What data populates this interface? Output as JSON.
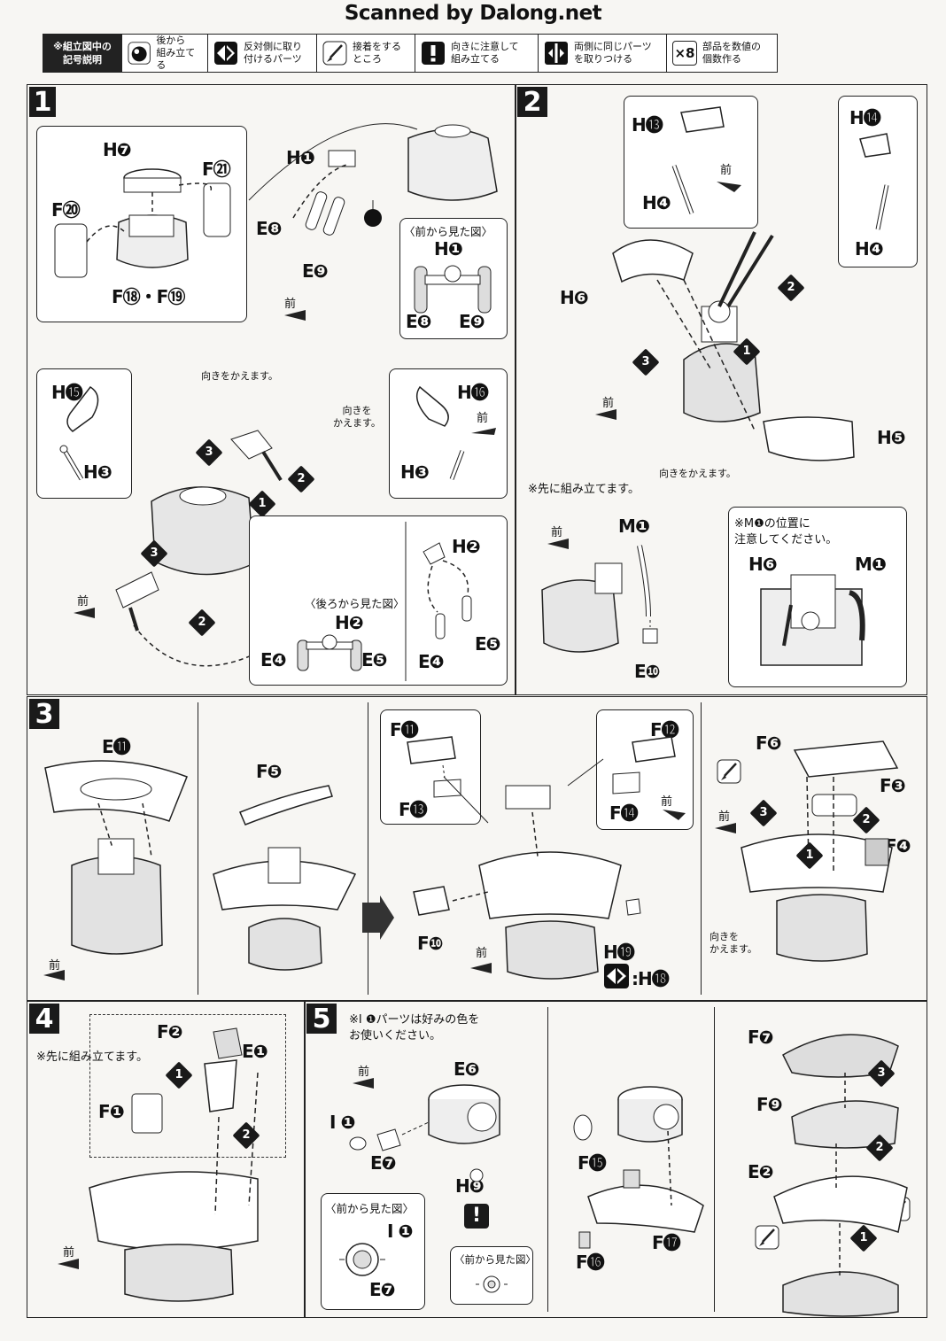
{
  "header": {
    "watermark": "Scanned by Dalong.net"
  },
  "legend": {
    "title": "※組立図中の\n記号説明",
    "items": [
      {
        "icon": "assemble-later-icon",
        "text": "後から\n組み立てる"
      },
      {
        "icon": "mirror-parts-icon",
        "text": "反対側に取り\n付けるパーツ"
      },
      {
        "icon": "glue-brush-icon",
        "text": "接着をする\nところ"
      },
      {
        "icon": "exclamation-icon",
        "text": "向きに注意して\n組み立てる"
      },
      {
        "icon": "both-sides-icon",
        "text": "両側に同じパーツ\nを取りつける"
      },
      {
        "icon": "x8-icon",
        "icon_text": "×8",
        "text": "部品を数値の\n個数作る"
      }
    ]
  },
  "steps": {
    "s1": {
      "num": "1",
      "labels": {
        "h7": "H❼",
        "f21": "F㉑",
        "f20": "F⑳",
        "f18_19": "F⑱・F⑲",
        "h1": "H❶",
        "e8": "E❽",
        "e9": "E❾",
        "view_front": "〈前から見た図〉",
        "h1b": "H❶",
        "e8b": "E❽",
        "e9b": "E❾",
        "turn1": "向きをかえます。",
        "turn2": "向きを\nかえます。",
        "h15": "H⓯",
        "h3": "H❸",
        "h16": "H⓰",
        "h3b": "H❸",
        "h2": "H❷",
        "e5": "E❺",
        "e4": "E❹",
        "view_back": "〈後ろから見た図〉",
        "h2b": "H❷",
        "e4b": "E❹",
        "e5b": "E❺",
        "front": "前"
      },
      "diamonds": [
        "1",
        "2",
        "3",
        "3",
        "2"
      ]
    },
    "s2": {
      "num": "2",
      "labels": {
        "h13": "H⓭",
        "h4": "H❹",
        "h14": "H⓮",
        "h4b": "H❹",
        "h6": "H❻",
        "h5": "H❺",
        "front": "前",
        "pre": "※先に組み立てます。",
        "turn": "向きをかえます。",
        "m1": "M❶",
        "e10": "E❿",
        "note_m1": "※M❶の位置に\n注意してください。",
        "h6b": "H❻",
        "m1b": "M❶"
      },
      "diamonds": [
        "1",
        "2",
        "3"
      ]
    },
    "s3": {
      "num": "3",
      "labels": {
        "e11": "E⓫",
        "f5": "F❺",
        "f11": "F⓫",
        "f13": "F⓭",
        "f12": "F⓬",
        "f14": "F⓮",
        "f10": "F❿",
        "h19": "H⓳",
        "h18": ":H⓲",
        "f6": "F❻",
        "f3": "F❸",
        "f4": "F❹",
        "turn": "向きを\nかえます。",
        "front": "前"
      },
      "diamonds": [
        "1",
        "2",
        "3"
      ]
    },
    "s4": {
      "num": "4",
      "labels": {
        "pre": "※先に組み立てます。",
        "f2": "F❷",
        "e1": "E❶",
        "f1": "F❶",
        "front": "前"
      },
      "diamonds": [
        "1",
        "2"
      ]
    },
    "s5": {
      "num": "5",
      "labels": {
        "note": "※I ❶パーツは好みの色を\nお使いください。",
        "e6": "E❻",
        "i1": "I ❶",
        "e7": "E❼",
        "h9": "H❾",
        "view_front": "〈前から見た図〉",
        "i1b": "I ❶",
        "e7b": "E❼",
        "view_front2": "〈前から見た図〉",
        "f15": "F⓯",
        "f16": "F⓰",
        "f17": "F⓱",
        "f7": "F❼",
        "f9": "F❾",
        "e2": "E❷",
        "front": "前"
      },
      "diamonds": [
        "1",
        "2",
        "3"
      ]
    }
  }
}
